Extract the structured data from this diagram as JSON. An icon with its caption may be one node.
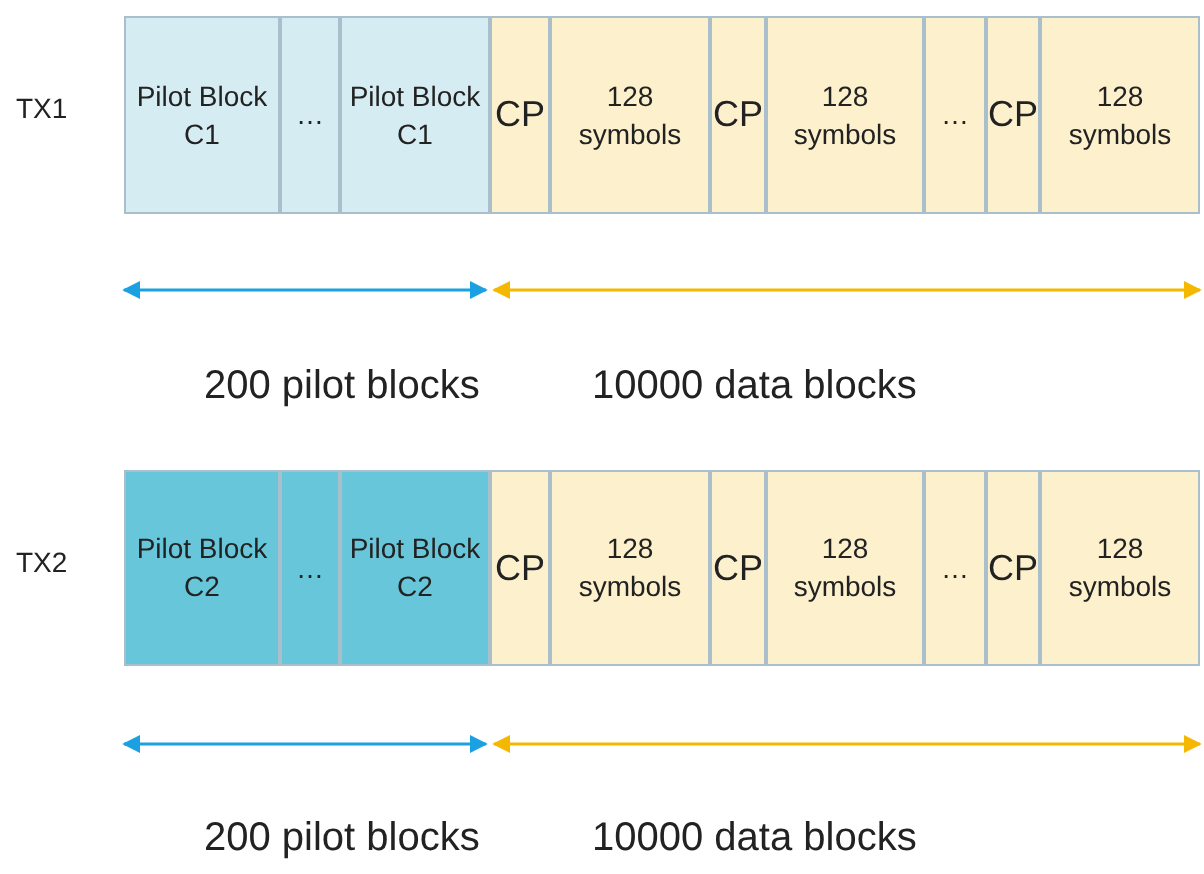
{
  "diagram": {
    "nodes": [
      {
        "text": [
          "Pilot Block C1"
        ]
      },
      {
        "text": [
          "…"
        ]
      },
      {
        "text": [
          "Pilot Block C1"
        ]
      },
      {
        "text": [
          "CP"
        ]
      },
      {
        "text": [
          "128 symbols"
        ]
      },
      {
        "text": [
          "CP"
        ]
      },
      {
        "text": [
          "128 symbols"
        ]
      },
      {
        "text": [
          "…"
        ]
      },
      {
        "text": [
          "CP"
        ]
      },
      {
        "text": [
          "128 symbols"
        ]
      },
      {
        "text": [
          "Pilot Block C2"
        ]
      },
      {
        "text": [
          "…"
        ]
      },
      {
        "text": [
          "Pilot Block C2"
        ]
      },
      {
        "text": [
          "CP"
        ]
      },
      {
        "text": [
          "128 symbols"
        ]
      },
      {
        "text": [
          "CP"
        ]
      },
      {
        "text": [
          "128 symbols"
        ]
      },
      {
        "text": [
          "…"
        ]
      },
      {
        "text": [
          "CP"
        ]
      },
      {
        "text": [
          "128 symbols"
        ]
      }
    ],
    "edges": [],
    "labels": [
      "TX1",
      "200 pilot blocks",
      "10000 data blocks",
      "TX2",
      "200 pilot blocks",
      "10000 data blocks"
    ]
  }
}
